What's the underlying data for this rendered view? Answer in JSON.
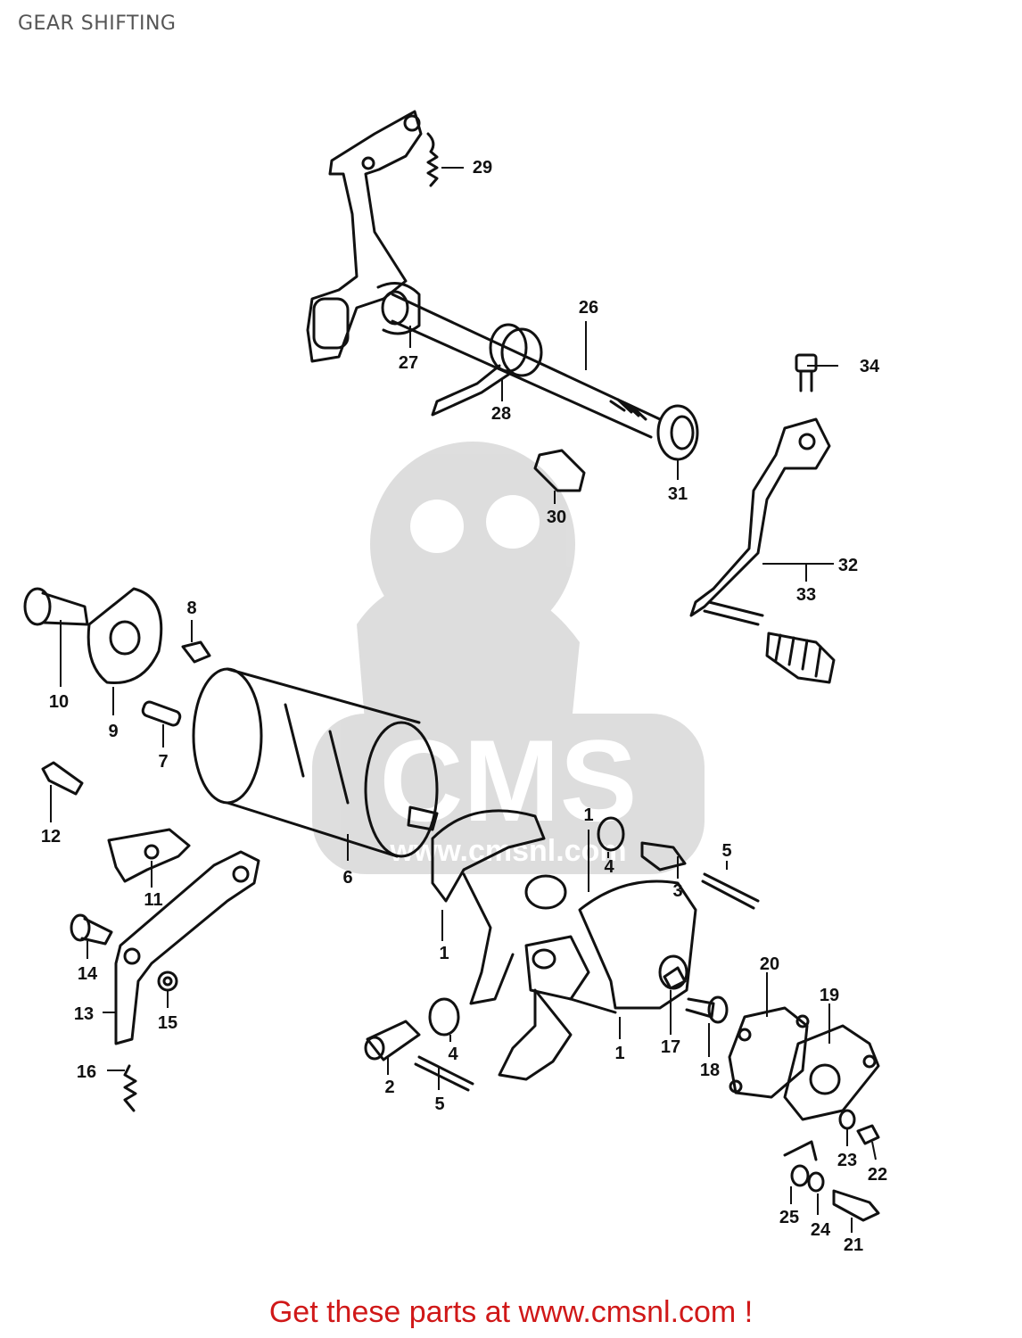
{
  "header": {
    "title": "GEAR SHIFTING"
  },
  "footer": {
    "text": "Get these parts at www.cmsnl.com !",
    "color": "#d01818"
  },
  "watermark": {
    "brand": "CMS",
    "url": "www.cmsnl.com",
    "icon": "mascot-wink-icon"
  },
  "callouts": [
    "1",
    "1",
    "1",
    "2",
    "3",
    "4",
    "4",
    "5",
    "5",
    "6",
    "7",
    "8",
    "9",
    "10",
    "11",
    "12",
    "13",
    "14",
    "15",
    "16",
    "17",
    "18",
    "19",
    "20",
    "21",
    "22",
    "23",
    "24",
    "25",
    "26",
    "27",
    "28",
    "29",
    "30",
    "31",
    "32",
    "33",
    "34"
  ]
}
